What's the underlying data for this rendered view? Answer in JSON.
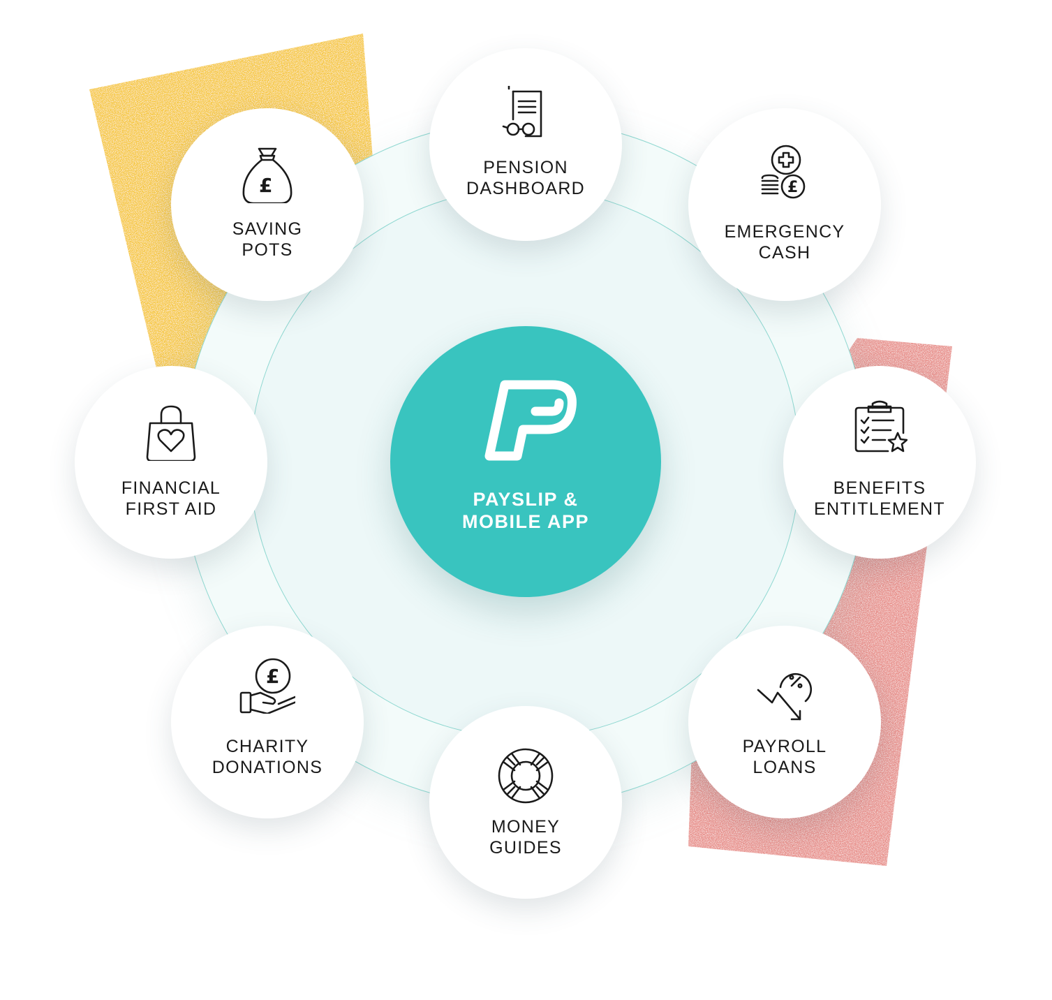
{
  "colors": {
    "teal": "#39c4bf",
    "ring_stroke": "#8fd8d1",
    "yellow_paper": "#f6c83e",
    "pink_paper": "#e8908b",
    "text": "#1a1a1a"
  },
  "hub": {
    "icon": "payslip-p-logo-icon",
    "label_line1": "PAYSLIP &",
    "label_line2": "MOBILE APP"
  },
  "nodes": [
    {
      "id": "pension-dashboard",
      "icon": "document-glasses-icon",
      "line1": "PENSION",
      "line2": "DASHBOARD"
    },
    {
      "id": "emergency-cash",
      "icon": "medical-coins-icon",
      "line1": "EMERGENCY",
      "line2": "CASH"
    },
    {
      "id": "benefits-entitlement",
      "icon": "clipboard-checklist-star-icon",
      "line1": "BENEFITS",
      "line2": "ENTITLEMENT"
    },
    {
      "id": "payroll-loans",
      "icon": "percent-down-arrow-icon",
      "line1": "PAYROLL",
      "line2": "LOANS"
    },
    {
      "id": "money-guides",
      "icon": "lifebuoy-icon",
      "line1": "MONEY",
      "line2": "GUIDES"
    },
    {
      "id": "charity-donations",
      "icon": "hand-pound-coin-icon",
      "line1": "CHARITY",
      "line2": "DONATIONS"
    },
    {
      "id": "financial-first-aid",
      "icon": "bag-heart-icon",
      "line1": "FINANCIAL",
      "line2": "FIRST AID"
    },
    {
      "id": "saving-pots",
      "icon": "money-bag-pound-icon",
      "line1": "SAVING",
      "line2": "POTS"
    }
  ]
}
